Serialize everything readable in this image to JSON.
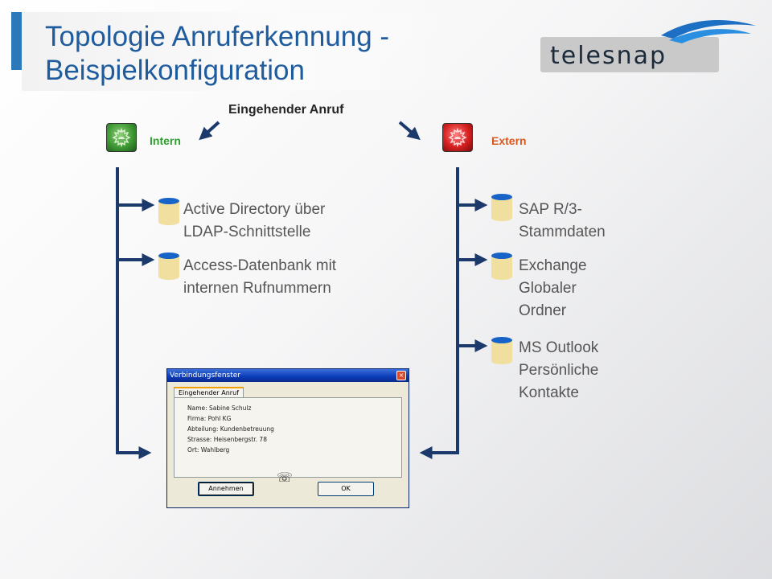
{
  "title": {
    "line1": "Topologie Anruferkennung -",
    "line2": "Beispielkonfiguration"
  },
  "logo": {
    "text": "telesnap",
    "icon": "swoosh-logo"
  },
  "incoming_call_label": "Eingehender Anruf",
  "intern": {
    "label": "Intern",
    "icon": "green-phone-icon",
    "sources": [
      {
        "line1": "Active Directory über",
        "line2": "LDAP-Schnittstelle"
      },
      {
        "line1": "Access-Datenbank mit",
        "line2": "internen Rufnummern"
      }
    ]
  },
  "extern": {
    "label": "Extern",
    "icon": "red-phone-icon",
    "sources": [
      {
        "line1": "SAP R/3-",
        "line2": "Stammdaten",
        "line3": ""
      },
      {
        "line1": "Exchange",
        "line2": "Globaler",
        "line3": "Ordner"
      },
      {
        "line1": "MS Outlook",
        "line2": "Persönliche",
        "line3": "Kontakte"
      }
    ]
  },
  "dialog": {
    "title": "Verbindungsfenster",
    "close": "×",
    "tab": "Eingehender Anruf",
    "fields": [
      "Name: Sabine Schulz",
      "Firma: Pohl KG",
      "Abteilung: Kundenbetreuung",
      "Strasse: Heisenbergstr. 78",
      "Ort: Wahlberg"
    ],
    "accept_button": "Annehmen",
    "ok_button": "OK"
  },
  "colors": {
    "title": "#1f5c9e",
    "connector": "#1b3a6b",
    "intern_label": "#2f9e2f",
    "extern_label": "#d9581f",
    "cylinder_body": "#f1dfa0",
    "cylinder_top": "#1763c7"
  }
}
